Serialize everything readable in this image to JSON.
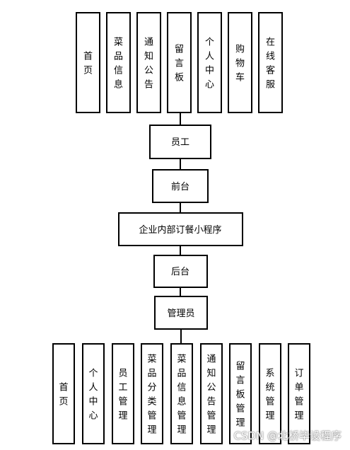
{
  "top_items": [
    "首页",
    "菜品信息",
    "通知公告",
    "留言板",
    "个人中心",
    "购物车",
    "在线客服"
  ],
  "staff": "员工",
  "front": "前台",
  "system": "企业内部订餐小程序",
  "back": "后台",
  "admin": "管理员",
  "bottom_items": [
    "首页",
    "个人中心",
    "员工管理",
    "菜品分类管理",
    "菜品信息管理",
    "通知公告管理",
    "留言板管理",
    "系统管理",
    "订单管理"
  ],
  "watermark": "CSDN @北桥毕设程序"
}
